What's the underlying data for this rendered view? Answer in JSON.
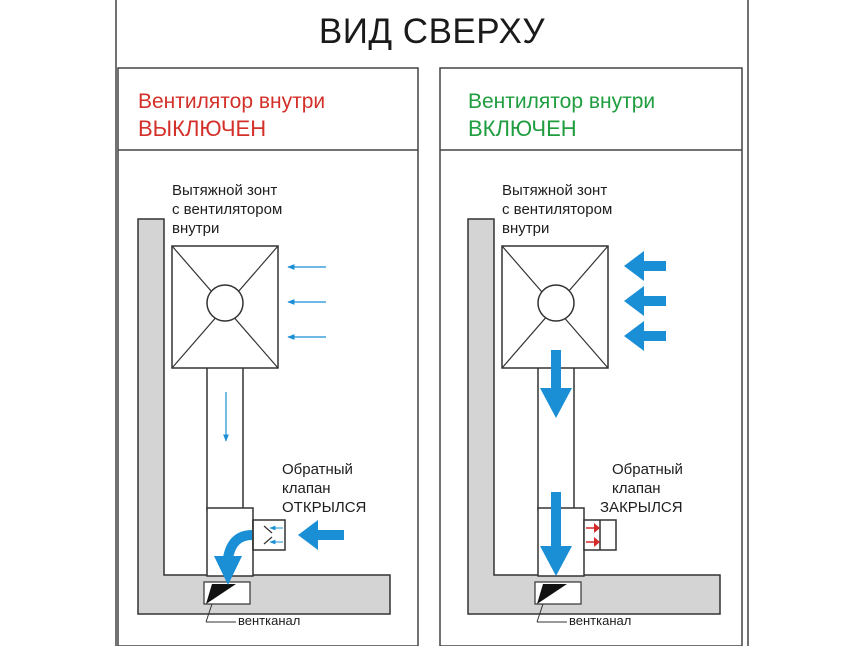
{
  "title": "ВИД СВЕРХУ",
  "colors": {
    "off": "#d4302a",
    "on": "#1f9d3f",
    "air_flow": "#1a8fd6",
    "valve_closed_arrows": "#d42a2a",
    "wall": "#d4d4d4",
    "outline": "#333333"
  },
  "panels": [
    {
      "heading_line1": "Вентилятор внутри",
      "heading_line2": "ВЫКЛЮЧЕН",
      "hood_label": [
        "Вытяжной зонт",
        "с вентилятором",
        "внутри"
      ],
      "valve_label": [
        "Обратный",
        "клапан",
        "ОТКРЫЛСЯ"
      ],
      "duct_label": "вентканал",
      "fan_state": "off",
      "valve_state": "open"
    },
    {
      "heading_line1": "Вентилятор внутри",
      "heading_line2": "ВКЛЮЧЕН",
      "hood_label": [
        "Вытяжной зонт",
        "с вентилятором",
        "внутри"
      ],
      "valve_label": [
        "Обратный",
        "клапан",
        "ЗАКРЫЛСЯ"
      ],
      "duct_label": "вентканал",
      "fan_state": "on",
      "valve_state": "closed"
    }
  ]
}
